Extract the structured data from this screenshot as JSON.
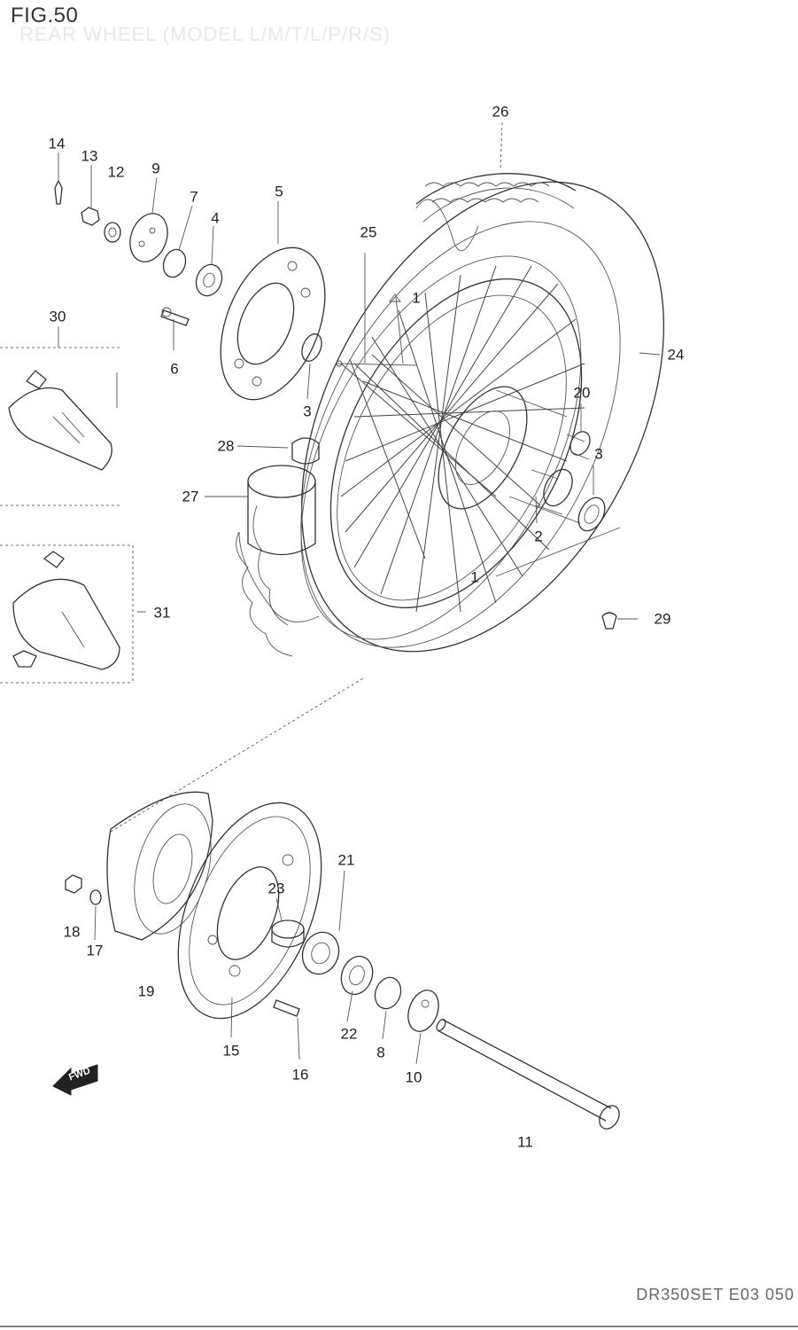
{
  "figure": {
    "title": "FIG.50",
    "subtitle": "REAR WHEEL (MODEL L/M/T/L/P/R/S)",
    "code": "DR350SET E03 050"
  },
  "fwd_label": "FWD",
  "callouts": [
    {
      "id": "c1a",
      "label": "1"
    },
    {
      "id": "c1b",
      "label": "1"
    },
    {
      "id": "c2",
      "label": "2"
    },
    {
      "id": "c3a",
      "label": "3"
    },
    {
      "id": "c3b",
      "label": "3"
    },
    {
      "id": "c4",
      "label": "4"
    },
    {
      "id": "c5",
      "label": "5"
    },
    {
      "id": "c6",
      "label": "6"
    },
    {
      "id": "c7",
      "label": "7"
    },
    {
      "id": "c8",
      "label": "8"
    },
    {
      "id": "c9",
      "label": "9"
    },
    {
      "id": "c10",
      "label": "10"
    },
    {
      "id": "c11",
      "label": "11"
    },
    {
      "id": "c12",
      "label": "12"
    },
    {
      "id": "c13",
      "label": "13"
    },
    {
      "id": "c14",
      "label": "14"
    },
    {
      "id": "c15",
      "label": "15"
    },
    {
      "id": "c16",
      "label": "16"
    },
    {
      "id": "c17",
      "label": "17"
    },
    {
      "id": "c18",
      "label": "18"
    },
    {
      "id": "c19",
      "label": "19"
    },
    {
      "id": "c20",
      "label": "20"
    },
    {
      "id": "c21",
      "label": "21"
    },
    {
      "id": "c22",
      "label": "22"
    },
    {
      "id": "c23",
      "label": "23"
    },
    {
      "id": "c24",
      "label": "24"
    },
    {
      "id": "c25",
      "label": "25"
    },
    {
      "id": "c26",
      "label": "26"
    },
    {
      "id": "c27",
      "label": "27"
    },
    {
      "id": "c28",
      "label": "28"
    },
    {
      "id": "c29",
      "label": "29"
    },
    {
      "id": "c30",
      "label": "30"
    },
    {
      "id": "c31",
      "label": "31"
    }
  ]
}
